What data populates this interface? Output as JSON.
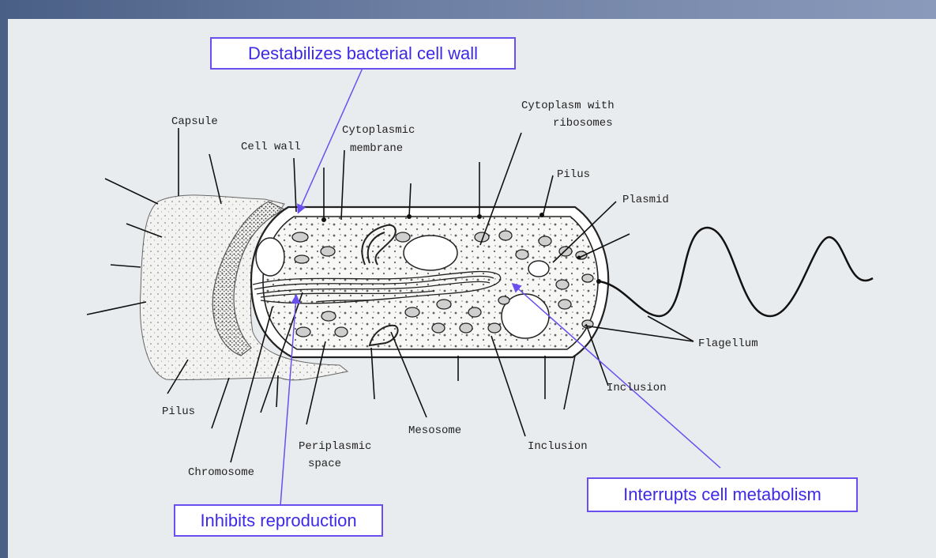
{
  "callouts": {
    "cell_wall": "Destabilizes bacterial cell wall",
    "reproduction": "Inhibits reproduction",
    "metabolism": "Interrupts cell metabolism"
  },
  "labels": {
    "capsule": "Capsule",
    "cell_wall": "Cell wall",
    "cytoplasmic_membrane_1": "Cytoplasmic",
    "cytoplasmic_membrane_2": "membrane",
    "cytoplasm_1": "Cytoplasm with",
    "cytoplasm_2": "ribosomes",
    "pilus_top": "Pilus",
    "plasmid": "Plasmid",
    "flagellum": "Flagellum",
    "inclusion_right": "Inclusion",
    "inclusion_bottom": "Inclusion",
    "mesosome": "Mesosome",
    "periplasmic_1": "Periplasmic",
    "periplasmic_2": "space",
    "chromosome": "Chromosome",
    "pilus_left": "Pilus"
  },
  "colors": {
    "callout_border": "#6a4ff0",
    "callout_text": "#3d29e6",
    "pointer": "#6a4ff0",
    "ink": "#1a1a1a"
  }
}
